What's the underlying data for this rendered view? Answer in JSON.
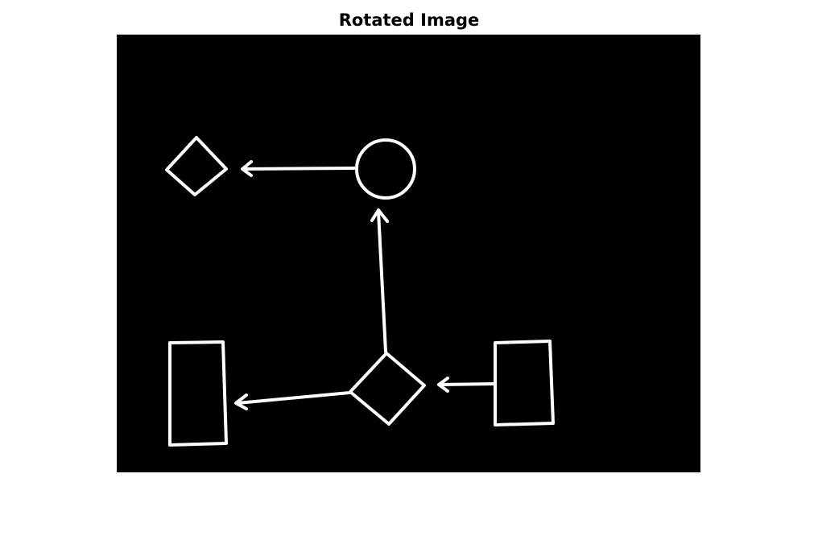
{
  "figure": {
    "title": "Rotated Image"
  },
  "image": {
    "background_color": "#000000",
    "stroke_color": "#ffffff",
    "shapes": [
      {
        "kind": "diamond",
        "name": "diamond-top-left"
      },
      {
        "kind": "circle",
        "name": "circle-top-center"
      },
      {
        "kind": "rectangle",
        "name": "rectangle-bottom-left"
      },
      {
        "kind": "diamond",
        "name": "diamond-bottom-center"
      },
      {
        "kind": "rectangle",
        "name": "rectangle-bottom-right"
      }
    ],
    "arrows": [
      {
        "from": "circle-top-center",
        "to": "diamond-top-left"
      },
      {
        "from": "diamond-bottom-center",
        "to": "circle-top-center"
      },
      {
        "from": "diamond-bottom-center",
        "to": "rectangle-bottom-left"
      },
      {
        "from": "rectangle-bottom-right",
        "to": "diamond-bottom-center"
      }
    ]
  }
}
